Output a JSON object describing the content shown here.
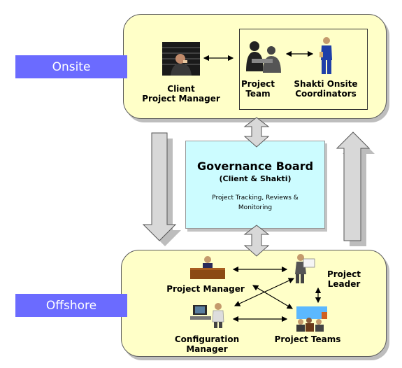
{
  "tags": {
    "onsite": "Onsite",
    "offshore": "Offshore"
  },
  "onsite": {
    "client_pm": "Client\nProject Manager",
    "project_team": "Project\nTeam",
    "shakti_coordinators": "Shakti Onsite\nCoordinators"
  },
  "governance": {
    "title": "Governance Board",
    "subtitle": "(Client & Shakti)",
    "description": "Project Tracking, Reviews &\nMonitoring"
  },
  "offshore": {
    "project_manager": "Project Manager",
    "project_leader": "Project\nLeader",
    "configuration_manager": "Configuration\nManager",
    "project_teams": "Project Teams"
  },
  "colors": {
    "panel_fill": "#ffffc8",
    "tag_fill": "#6b6bff",
    "governance_fill": "#ccfcff",
    "flow_arrow_fill": "#d8d8d8"
  },
  "icons": [
    "client-photo-icon",
    "team-silhouette-icon",
    "coordinator-figure-icon",
    "manager-desk-icon",
    "leader-figure-icon",
    "config-workstation-icon",
    "teams-meeting-icon"
  ]
}
